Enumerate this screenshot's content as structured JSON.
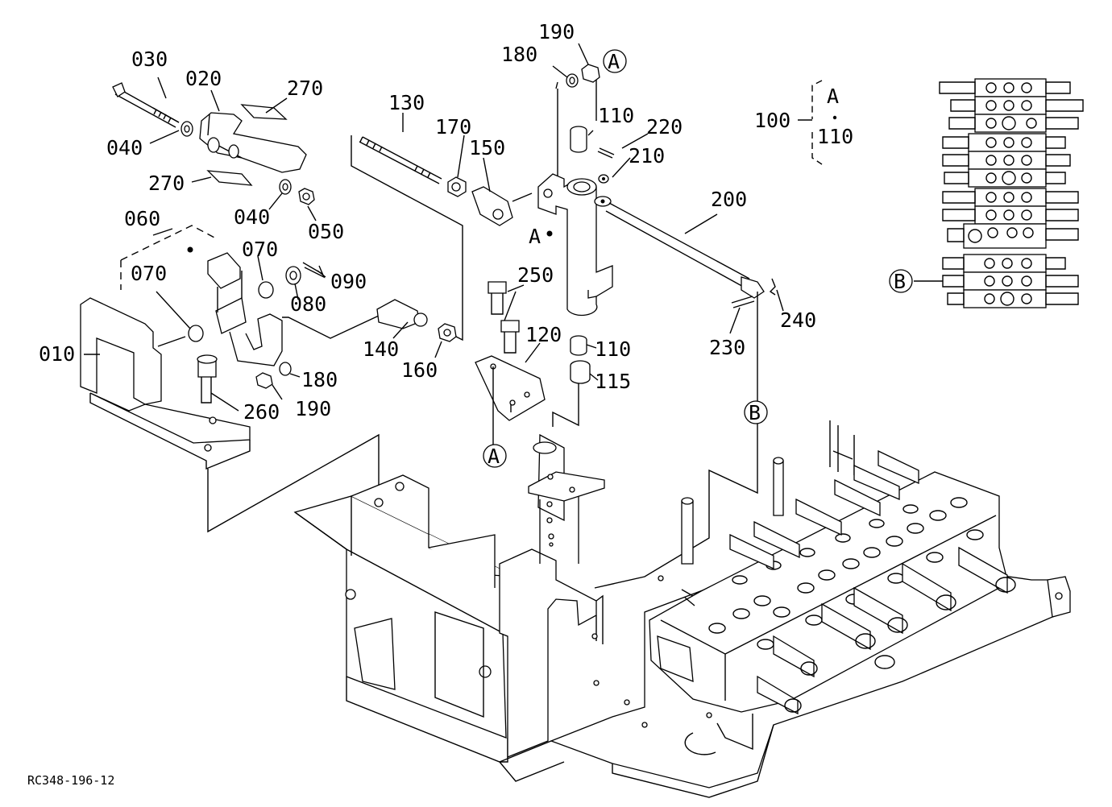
{
  "diagram": {
    "drawing_ref": "RC348-196-12",
    "callouts": {
      "c010": "010",
      "c020": "020",
      "c030": "030",
      "c040a": "040",
      "c040b": "040",
      "c050": "050",
      "c060": "060",
      "c070a": "070",
      "c070b": "070",
      "c080": "080",
      "c090": "090",
      "c100": "100",
      "c110a": "110",
      "c110b": "110",
      "c110c": "110",
      "c115": "115",
      "c120": "120",
      "c130": "130",
      "c140": "140",
      "c150": "150",
      "c160": "160",
      "c170": "170",
      "c180a": "180",
      "c180b": "180",
      "c190a": "190",
      "c190b": "190",
      "c200": "200",
      "c210": "210",
      "c220": "220",
      "c230": "230",
      "c240": "240",
      "c250": "250",
      "c260": "260",
      "c270a": "270",
      "c270b": "270"
    },
    "markers": {
      "A_circle_top": "A",
      "A_circle_bottom": "A",
      "B_circle_mid": "B",
      "B_circle_inset": "B",
      "A_dot_lever": "A",
      "A_set": "A"
    }
  }
}
